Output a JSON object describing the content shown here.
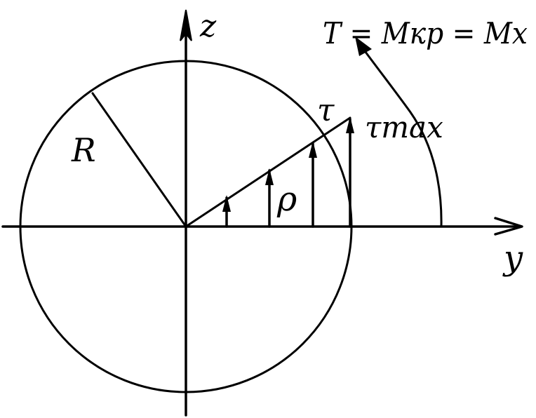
{
  "labels": {
    "axis_z": "z",
    "axis_y": "y",
    "radius": "R",
    "rho": "ρ",
    "tau": "τ",
    "tau_max": "τmax",
    "torque": "T = Mкр = Mx"
  },
  "colors": {
    "ink": "#000000",
    "background": "#ffffff"
  }
}
